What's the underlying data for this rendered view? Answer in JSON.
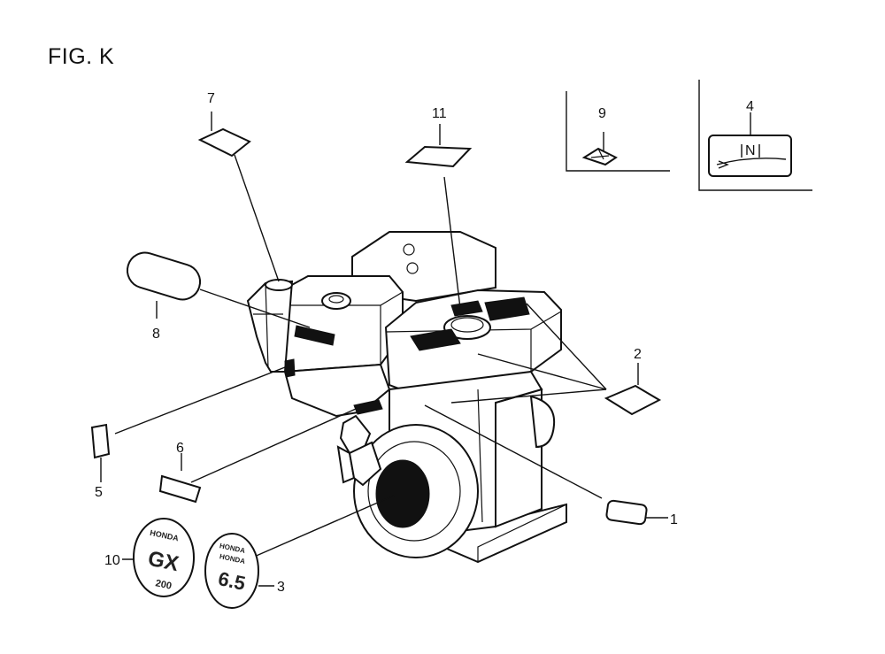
{
  "figure": {
    "title": "FIG. K"
  },
  "callouts": {
    "c1": "1",
    "c2": "2",
    "c3": "3",
    "c4": "4",
    "c5": "5",
    "c6": "6",
    "c7": "7",
    "c8": "8",
    "c9": "9",
    "c10": "10",
    "c11": "11"
  },
  "emblems": {
    "e10": {
      "line1": "HONDA",
      "line2": "GX",
      "line3": "200"
    },
    "e3": {
      "line1": "HONDA",
      "line2": "HONDA",
      "line3": "6.5"
    }
  },
  "inset4": {
    "mark": "N"
  }
}
